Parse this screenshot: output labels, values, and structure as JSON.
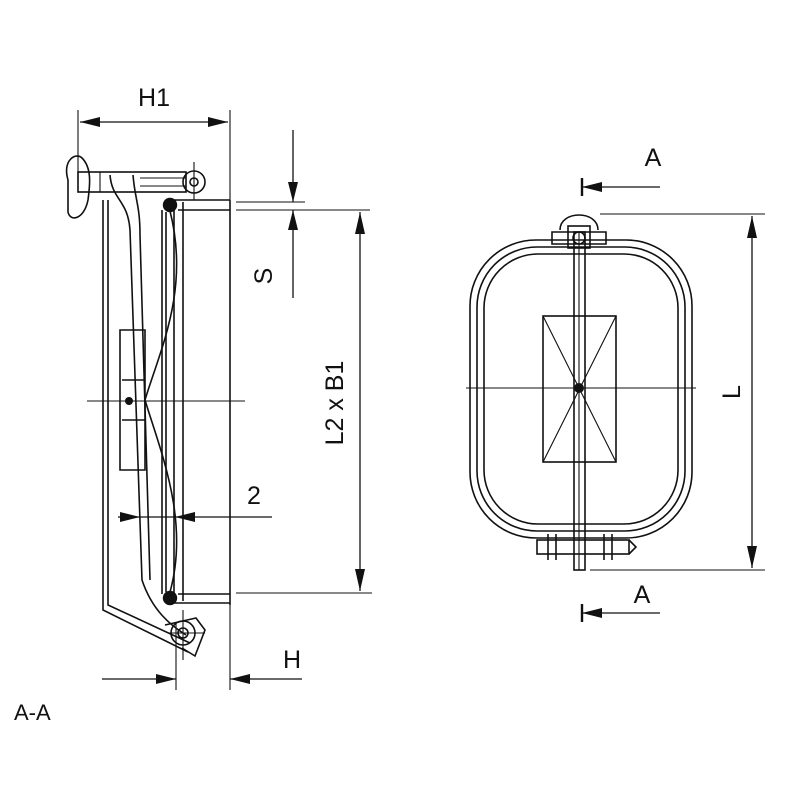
{
  "side_view": {
    "labels": {
      "h1": "H1",
      "s": "S",
      "l2_b1": "L2 x B1",
      "two": "2",
      "h": "H"
    },
    "section_name": "A-A"
  },
  "front_view": {
    "labels": {
      "a_top": "A",
      "a_bottom": "A",
      "l": "L"
    }
  },
  "colors": {
    "line": "#111111",
    "background": "#ffffff"
  }
}
